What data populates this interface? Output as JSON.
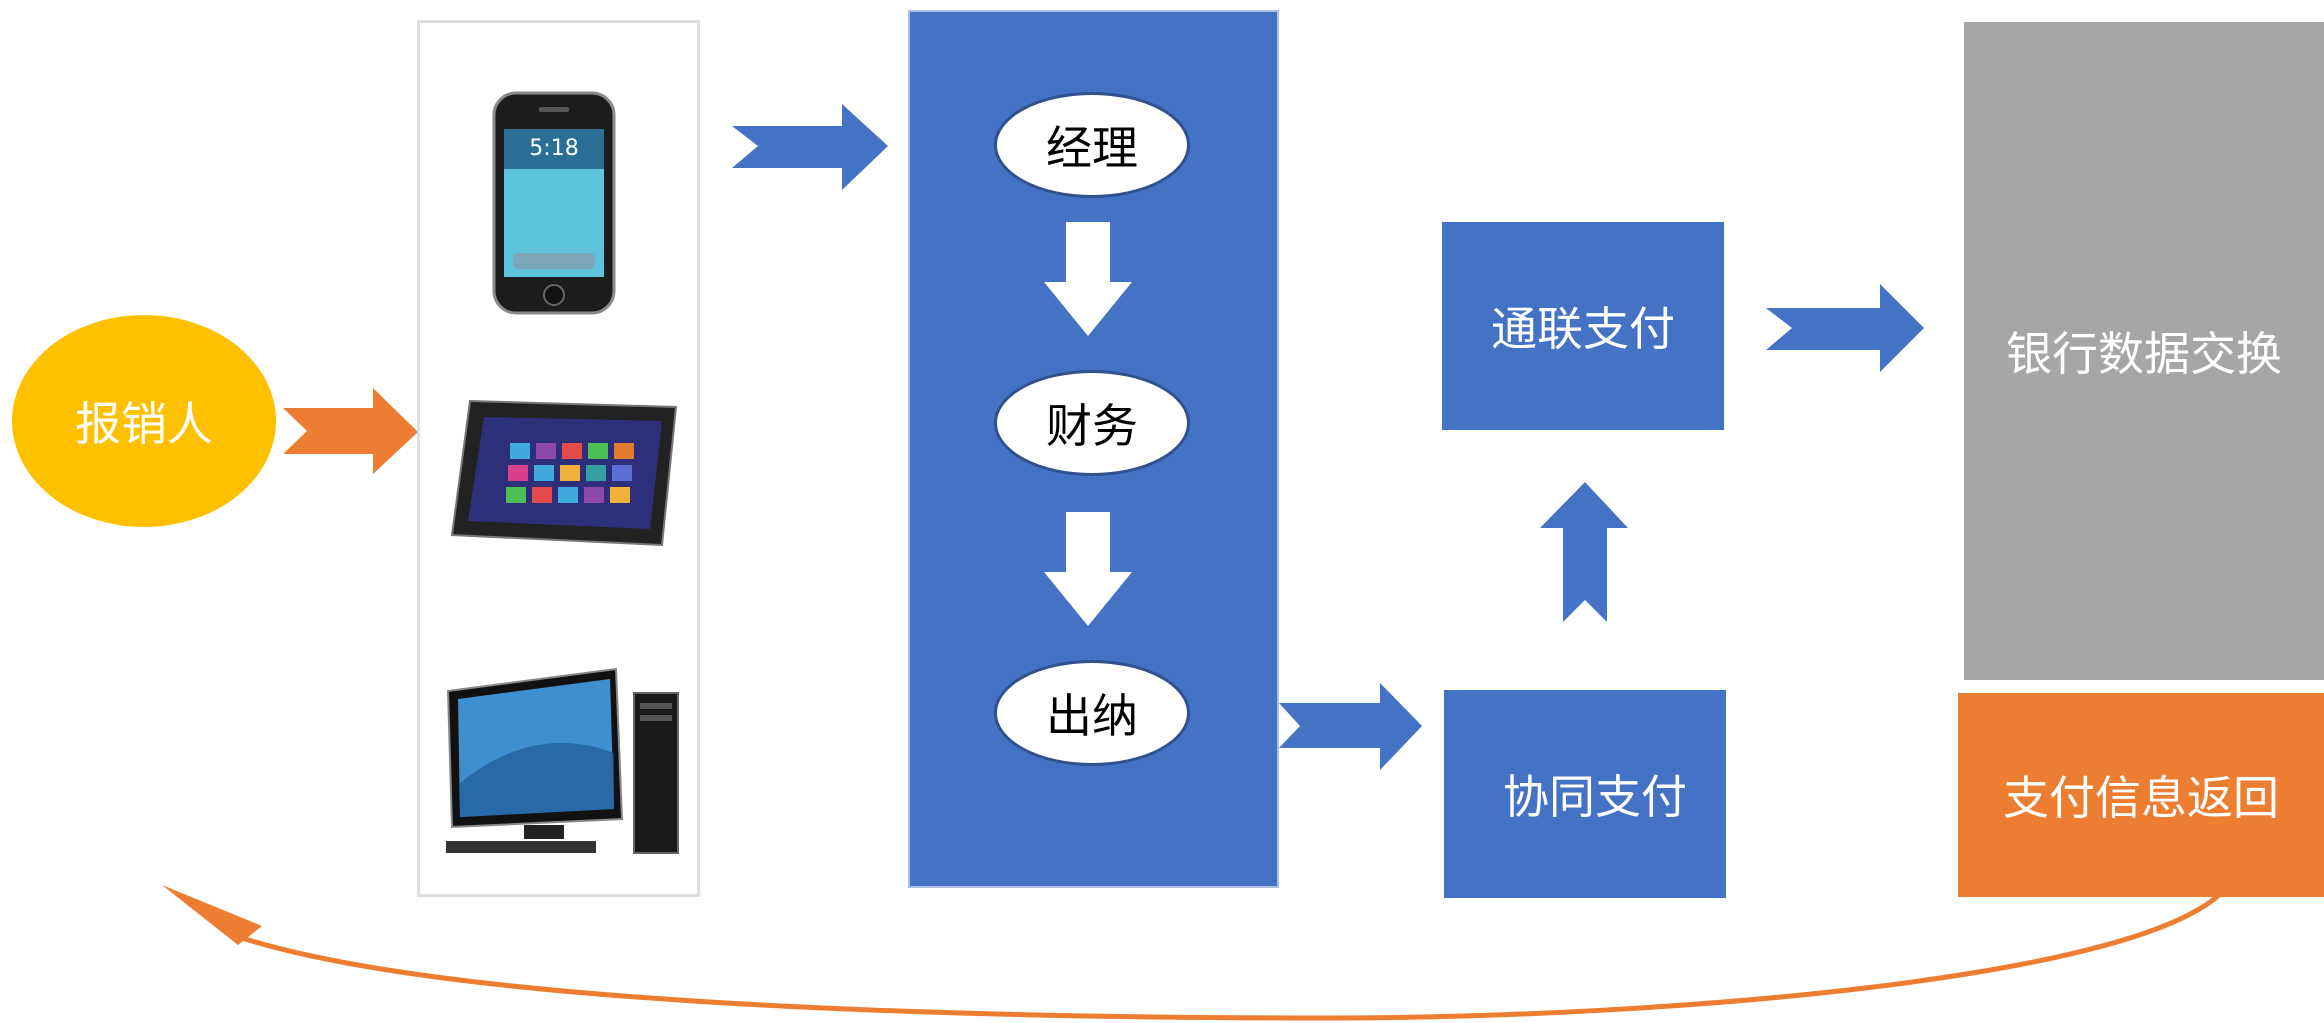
{
  "colors": {
    "blue": "#4472c4",
    "orange": "#ed7d31",
    "yellow": "#ffc000",
    "gray": "#a6a6a6"
  },
  "nodes": {
    "person": "报销人",
    "approval_steps": [
      "经理",
      "财务",
      "出纳"
    ],
    "unionpay": "通联支付",
    "collab_pay": "协同支付",
    "bank_exchange": "银行数据交换",
    "payment_return": "支付信息返回"
  },
  "devices": [
    "smartphone",
    "tablet",
    "desktop-computer"
  ],
  "phone_time": "5:18"
}
